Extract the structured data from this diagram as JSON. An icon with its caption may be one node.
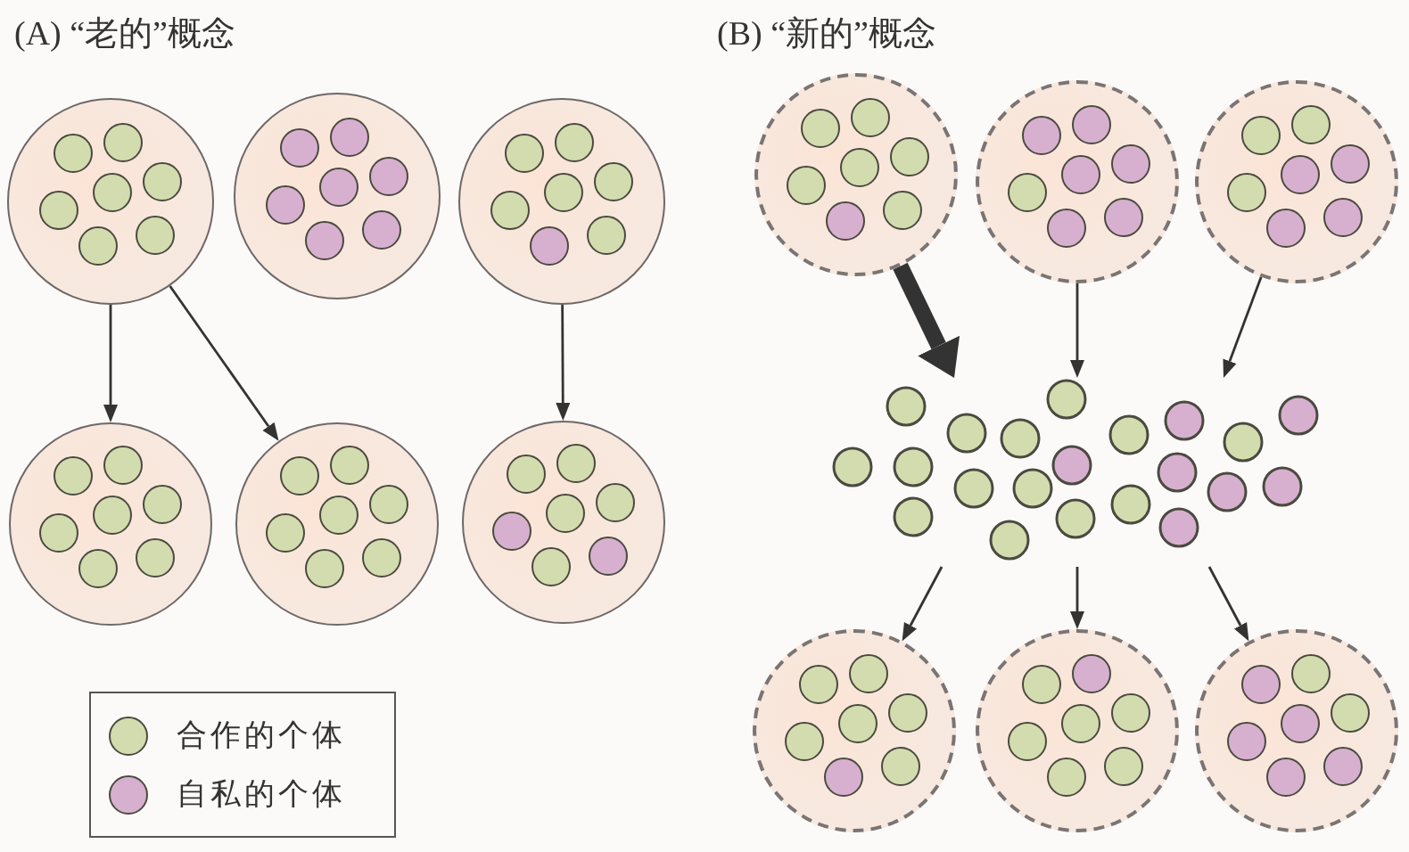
{
  "diagram": {
    "nodes": [
      {
        "text": [],
        "shape": "circle"
      },
      {
        "text": [],
        "shape": "circle"
      },
      {
        "text": [],
        "shape": "circle"
      },
      {
        "text": [],
        "shape": "circle"
      },
      {
        "text": [],
        "shape": "circle"
      },
      {
        "text": [],
        "shape": "circle"
      },
      {
        "text": [],
        "shape": "circle"
      },
      {
        "text": [],
        "shape": "circle"
      },
      {
        "text": [],
        "shape": "circle"
      },
      {
        "text": [],
        "shape": "cluster"
      },
      {
        "text": [],
        "shape": "circle"
      },
      {
        "text": [],
        "shape": "circle"
      },
      {
        "text": [],
        "shape": "circle"
      }
    ],
    "edges": [
      {
        "from": 0,
        "to": 3,
        "arrow": "to"
      },
      {
        "from": 0,
        "to": 4,
        "arrow": "to"
      },
      {
        "from": 2,
        "to": 5,
        "arrow": "to"
      },
      {
        "from": 6,
        "to": 9,
        "arrow": "to",
        "style": "thick"
      },
      {
        "from": 7,
        "to": 9,
        "arrow": "to"
      },
      {
        "from": 8,
        "to": 9,
        "arrow": "to"
      },
      {
        "from": 9,
        "to": 10,
        "arrow": "to"
      },
      {
        "from": 9,
        "to": 11,
        "arrow": "to"
      },
      {
        "from": 9,
        "to": 12,
        "arrow": "to"
      }
    ],
    "labels": [
      "(A) “老的”概念",
      "(B) “新的”概念"
    ],
    "legend": [
      {
        "text": "合作的个体",
        "color": "#d3dcae"
      },
      {
        "text": "自私的个体",
        "color": "#d8b0cf"
      }
    ]
  }
}
